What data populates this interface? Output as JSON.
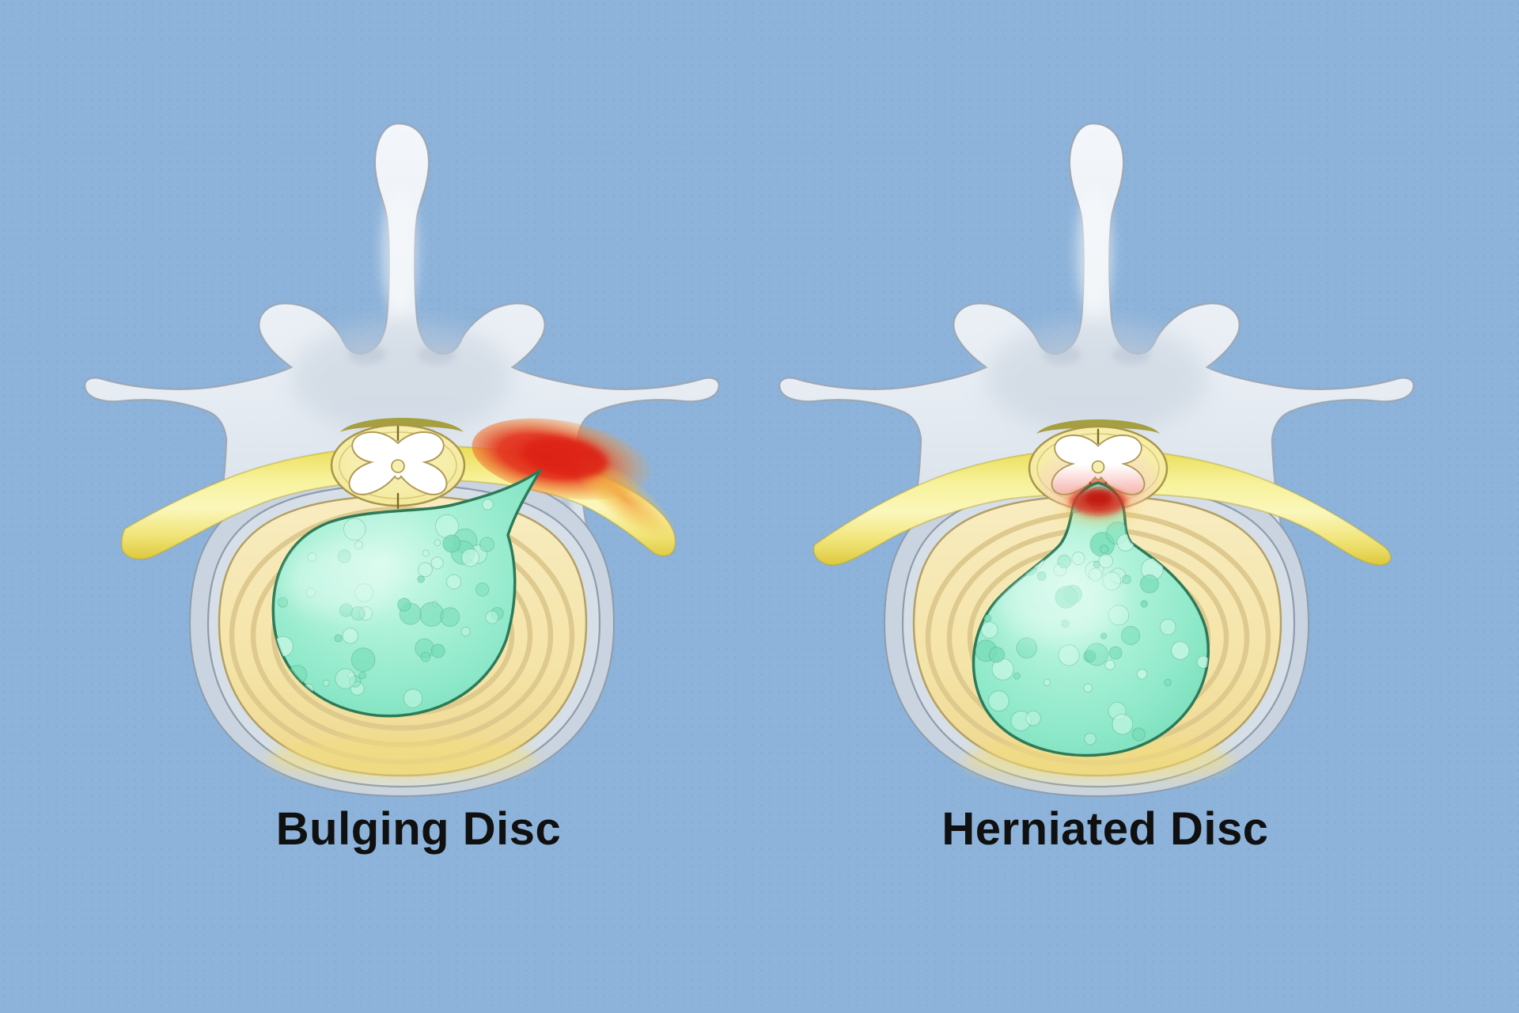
{
  "figures": [
    {
      "id": "bulging",
      "label": "Bulging Disc"
    },
    {
      "id": "herniated",
      "label": "Herniated Disc"
    }
  ],
  "colors": {
    "background": "#8db3da",
    "dots": "#80a8d1",
    "label_text": "#101010",
    "bone": "#e9eef4",
    "bone_outline": "#9aa9ba",
    "body": "#c9d4e0",
    "disc_rim": "#d6dfe8",
    "disc_outline": "#8e9cab",
    "annulus": "#f5e5ab",
    "annulus_ring": "#dcc88c",
    "annulus_outline": "#b3a065",
    "nucleus": "#8ce8c8",
    "nucleus_outline": "#2e7a58",
    "bubble_light": "#c6f7e4",
    "bubble_mid": "#77ddb8",
    "nerve": "#f6ee8a",
    "nerve_outline": "#b9a52e",
    "inflammation_red": "#e02318",
    "inflammation_orange": "#f0922e",
    "ligament": "#a39b36",
    "cord_sac": "#f6efad",
    "cord_outline": "#a9964a",
    "cord_matter": "#ffffff",
    "butterfly_outline": "#b09a56",
    "compressed_pink": "#f2968a"
  }
}
